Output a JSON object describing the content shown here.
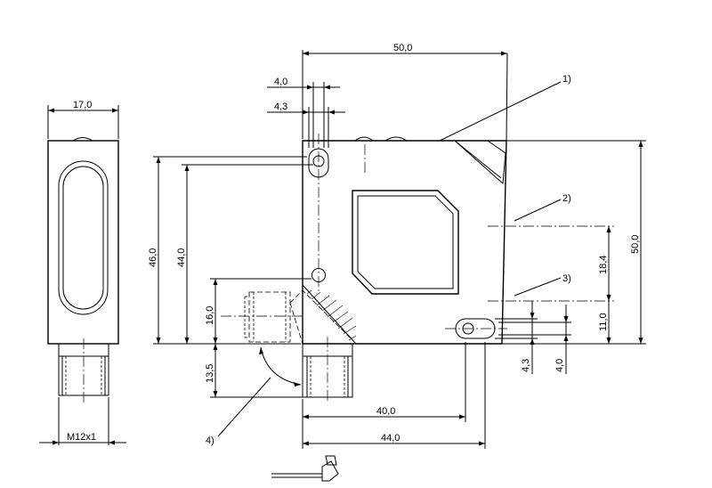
{
  "dimensions": {
    "width_side": "17,0",
    "width_main": "50,0",
    "hole_4_0_top": "4,0",
    "hole_4_3_top": "4,3",
    "height_46": "46,0",
    "height_44": "44,0",
    "height_50": "50,0",
    "height_18_4": "18,4",
    "height_11_0": "11,0",
    "height_16_0": "16,0",
    "height_13_5": "13,5",
    "hole_4_3_bottom": "4,3",
    "hole_4_0_bottom": "4,0",
    "length_40": "40,0",
    "length_44": "44,0",
    "thread": "M12x1"
  },
  "callouts": {
    "c1": "1)",
    "c2": "2)",
    "c3": "3)",
    "c4": "4)"
  }
}
